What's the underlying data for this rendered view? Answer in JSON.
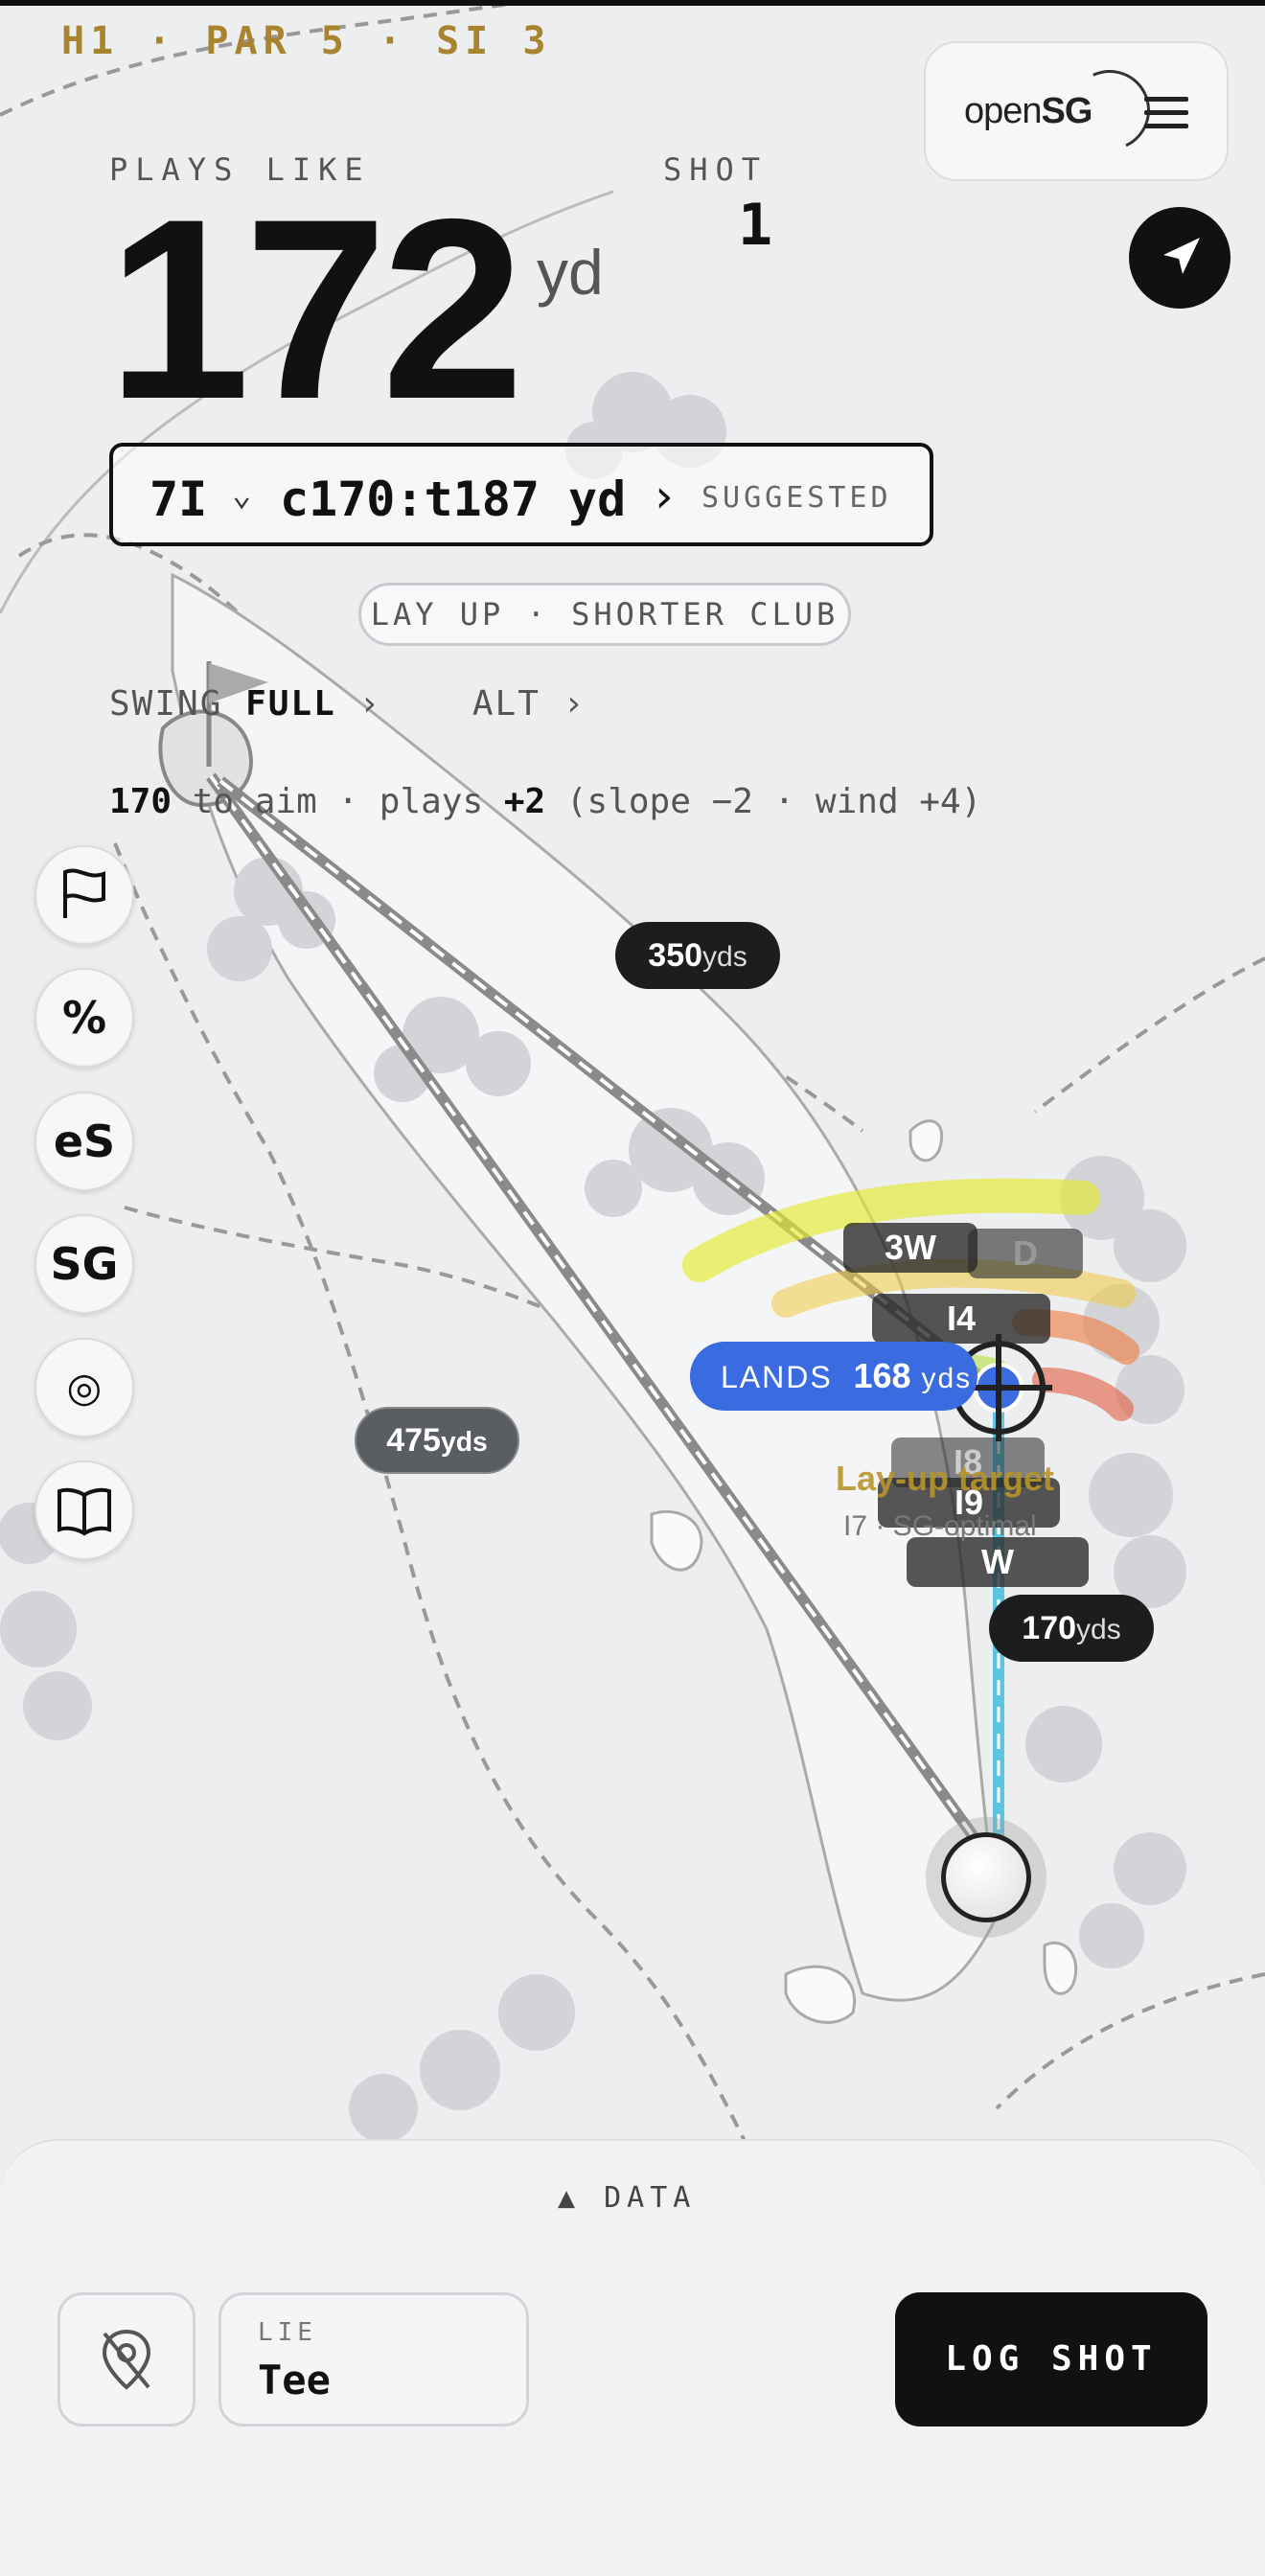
{
  "hole": {
    "info": "H1 · PAR 5 · SI 3"
  },
  "brand": {
    "logo_light": "open",
    "logo_bold": "SG",
    "menu_icon": "menu-icon",
    "locate_icon": "navigation-arrow-icon"
  },
  "distance": {
    "plays_like_label": "PLAYS LIKE",
    "value": "172",
    "unit": "yd",
    "shot_label": "SHOT",
    "shot_number": "1"
  },
  "club": {
    "name": "7I",
    "carry": "c170:t187 yd",
    "arrow": "›",
    "suggested": "SUGGESTED"
  },
  "strategy": {
    "label": "LAY UP · SHORTER CLUB"
  },
  "swing": {
    "label": "SWING",
    "value": "FULL",
    "value_arrow": "›",
    "alt": "ALT",
    "alt_arrow": "›"
  },
  "aim": {
    "distance": "170",
    "to_aim": " to aim · plays ",
    "adjust": "+2",
    "detail": " (slope −2 · wind +4)"
  },
  "tools": [
    {
      "name": "flag-icon",
      "label": ""
    },
    {
      "name": "percent",
      "label": "%"
    },
    {
      "name": "es",
      "label": "eS"
    },
    {
      "name": "sg",
      "label": "SG"
    },
    {
      "name": "target-rings-icon",
      "label": "◎"
    },
    {
      "name": "book-icon",
      "label": ""
    }
  ],
  "map": {
    "distance_markers": [
      {
        "value": "350",
        "unit": "yds"
      },
      {
        "value": "475",
        "unit": "yds"
      },
      {
        "value": "170",
        "unit": "yds"
      }
    ],
    "club_tags": [
      "3W",
      "D",
      "I4",
      "I9",
      "W",
      "I8"
    ],
    "lands": {
      "label": "LANDS",
      "value": "168",
      "unit": "yds"
    },
    "layup_target": "Lay-up target",
    "layup_sub": "I7 · SG-optimal",
    "colors": {
      "fairway_line": "#9a9a9a",
      "aim_line": "#5bc4e0",
      "lands_pill": "#3a6be0"
    }
  },
  "panel": {
    "data_toggle": "▲ DATA",
    "pin_icon": "location-off-icon",
    "lie_label": "LIE",
    "lie_value": "Tee",
    "log_button": "LOG SHOT"
  }
}
